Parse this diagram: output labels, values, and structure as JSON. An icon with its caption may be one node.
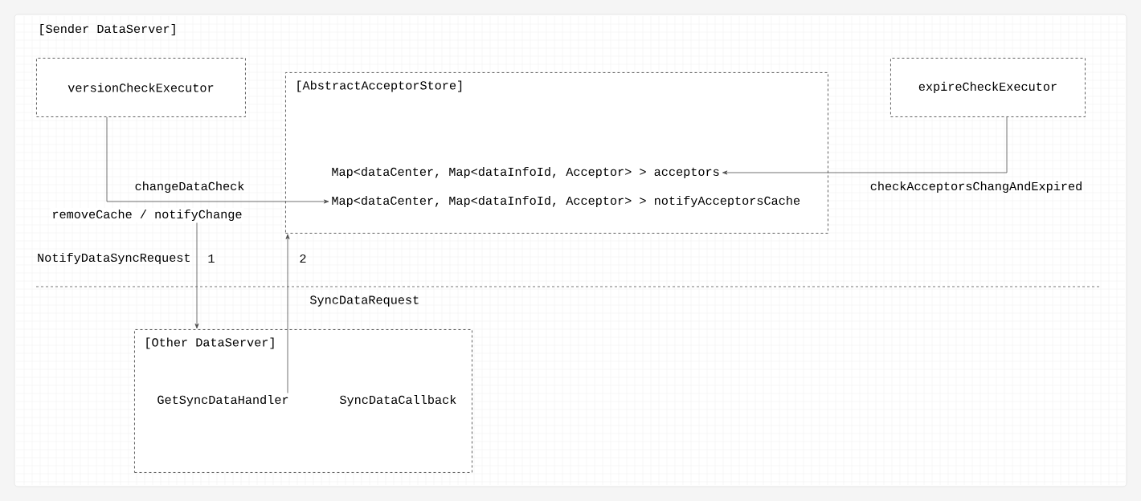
{
  "diagram": {
    "nodes": [
      {
        "text": [
          "versionCheckExecutor"
        ]
      },
      {
        "text": [
          "[AbstractAcceptorStore]"
        ]
      },
      {
        "text": [
          "Map<dataCenter, Map<dataInfoId, Acceptor> > acceptors"
        ],
        "in": 1
      },
      {
        "text": [
          "Map<dataCenter, Map<dataInfoId, Acceptor> > notifyAcceptorsCache"
        ],
        "in": 1
      },
      {
        "text": [
          "expireCheckExecutor"
        ]
      },
      {
        "text": [
          "[Other DataServer]"
        ]
      },
      {
        "text": [
          "GetSyncDataHandler"
        ],
        "in": 5
      },
      {
        "text": [
          "SyncDataCallback"
        ],
        "in": 5
      },
      {
        "text": [
          "removeCache / notifyChange"
        ]
      }
    ],
    "edges": [
      {
        "from": 0,
        "to": 3,
        "arrow": "to",
        "label": "changeDataCheck"
      },
      {
        "from": 4,
        "to": 2,
        "arrow": "to",
        "label": "checkAcceptorsChangAndExpired"
      },
      {
        "from": 8,
        "to": 5,
        "arrow": "to",
        "label": "NotifyDataSyncRequest"
      },
      {
        "from": 6,
        "to": 1,
        "arrow": "to",
        "label": "SyncDataRequest"
      }
    ],
    "labels": [
      "[Sender DataServer]",
      "1",
      "2"
    ]
  }
}
